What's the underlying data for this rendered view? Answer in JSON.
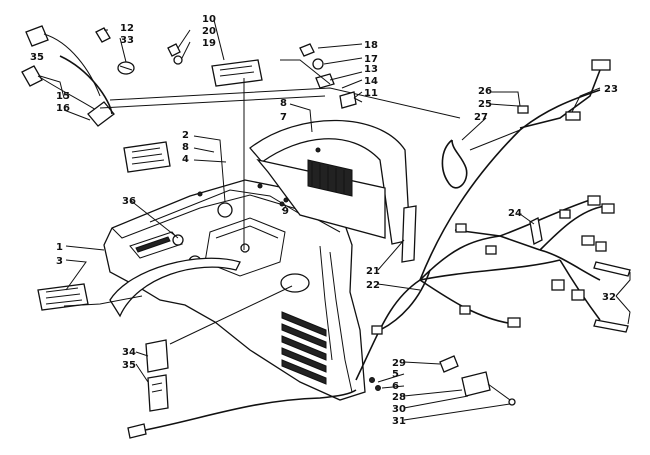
{
  "callouts": {
    "c1": "1",
    "c2": "2",
    "c3": "3",
    "c4": "4",
    "c5": "5",
    "c6": "6",
    "c7": "7",
    "c8a": "8",
    "c8b": "8",
    "c9": "9",
    "c10": "10",
    "c11": "11",
    "c12": "12",
    "c13": "13",
    "c14": "14",
    "c15": "15",
    "c16": "16",
    "c17": "17",
    "c18": "18",
    "c19": "19",
    "c20": "20",
    "c21": "21",
    "c22": "22",
    "c23": "23",
    "c24": "24",
    "c25": "25",
    "c26": "26",
    "c27": "27",
    "c28": "28",
    "c29": "29",
    "c30": "30",
    "c31": "31",
    "c32": "32",
    "c33": "33",
    "c34": "34",
    "c35a": "35",
    "c35b": "35",
    "c36": "36"
  }
}
